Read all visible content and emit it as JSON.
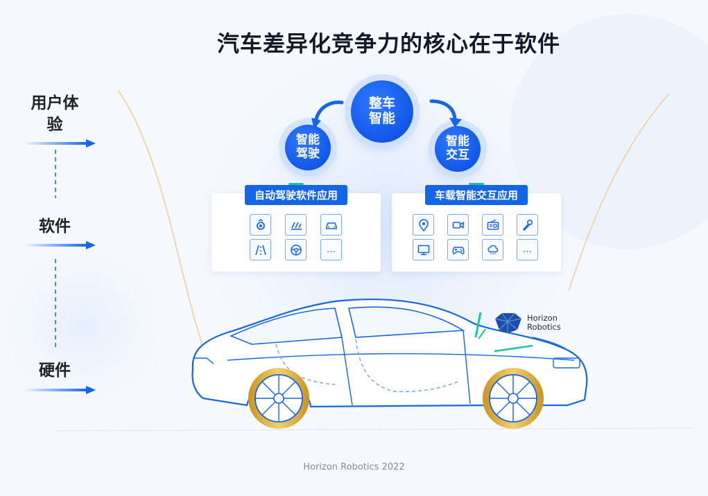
{
  "title": "汽车差异化竞争力的核心在于软件",
  "layers": {
    "user_experience": "用户体验",
    "software": "软件",
    "hardware": "硬件"
  },
  "bubbles": {
    "vehicle_intelligence": [
      "整车",
      "智能"
    ],
    "smart_driving": [
      "智能",
      "驾驶"
    ],
    "smart_interaction": [
      "智能",
      "交互"
    ]
  },
  "panels": {
    "driving": {
      "title": "自动驾驶软件应用",
      "icons": [
        "sensor-icon",
        "parking-icon",
        "car-front-icon",
        "lane-icon",
        "steering-wheel-icon",
        "more-icon"
      ]
    },
    "interaction": {
      "title": "车载智能交互应用",
      "icons": [
        "map-pin-icon",
        "video-camera-icon",
        "radio-icon",
        "microphone-icon",
        "monitor-icon",
        "gamepad-icon",
        "cloud-rain-icon",
        "more-icon"
      ]
    }
  },
  "more_glyph": "…",
  "brand": {
    "line1": "Horizon",
    "line2": "Robotics"
  },
  "footer": "Horizon Robotics 2022",
  "colors": {
    "primary_blue": "#1565e8",
    "accent_teal": "#19c4a6",
    "tire_gold": "#d8a93a"
  }
}
